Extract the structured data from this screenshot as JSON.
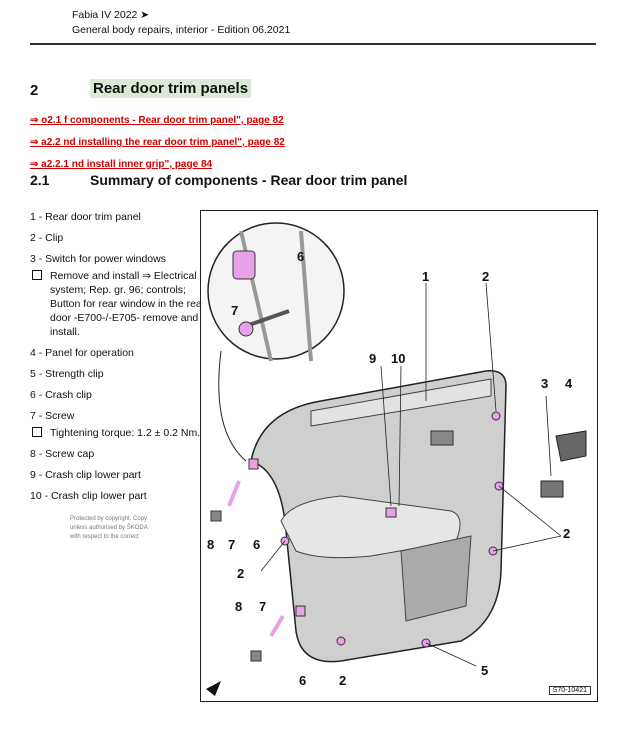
{
  "header": {
    "line1": "Fabia IV 2022 ➤",
    "line2": "General body repairs, interior - Edition 06.2021"
  },
  "section": {
    "number": "2",
    "title": "Rear door trim panels"
  },
  "links": [
    "⇒ o2.1 f components - Rear door trim panel\", page 82",
    "⇒ a2.2 nd installing the rear door trim panel\", page 82",
    "⇒ a2.2.1 nd install inner grip\", page 84"
  ],
  "subsection": {
    "number": "2.1",
    "title": "Summary of components - Rear door trim panel"
  },
  "components": [
    {
      "label": "1 - Rear door trim panel"
    },
    {
      "label": "2 - Clip"
    },
    {
      "label": "3 - Switch for power windows",
      "sub": "Remove and install ⇒ Electrical system; Rep. gr. 96; controls; Button for rear window in the rear door -E700-/-E705- remove and install."
    },
    {
      "label": "4 - Panel for operation"
    },
    {
      "label": "5 - Strength clip"
    },
    {
      "label": "6 - Crash clip"
    },
    {
      "label": "7 - Screw",
      "sub": "Tightening torque: 1.2 ± 0.2 Nm."
    },
    {
      "label": "8 - Screw cap"
    },
    {
      "label": "9 - Crash clip lower part"
    },
    {
      "label": "10 - Crash clip lower part"
    }
  ],
  "watermark": {
    "line1": "Protected by copyright. Copy",
    "line2": "unless authorised by ŠKODA",
    "line3": "with respect to the correct"
  },
  "figure": {
    "id": "S70-10421",
    "callouts": [
      "1",
      "2",
      "2",
      "2",
      "2",
      "3",
      "4",
      "5",
      "6",
      "6",
      "6",
      "7",
      "7",
      "7",
      "8",
      "8",
      "9",
      "10"
    ]
  },
  "colors": {
    "link": "#d00000",
    "highlight": "#dbe9d6",
    "clip": "#e8a0e8"
  }
}
